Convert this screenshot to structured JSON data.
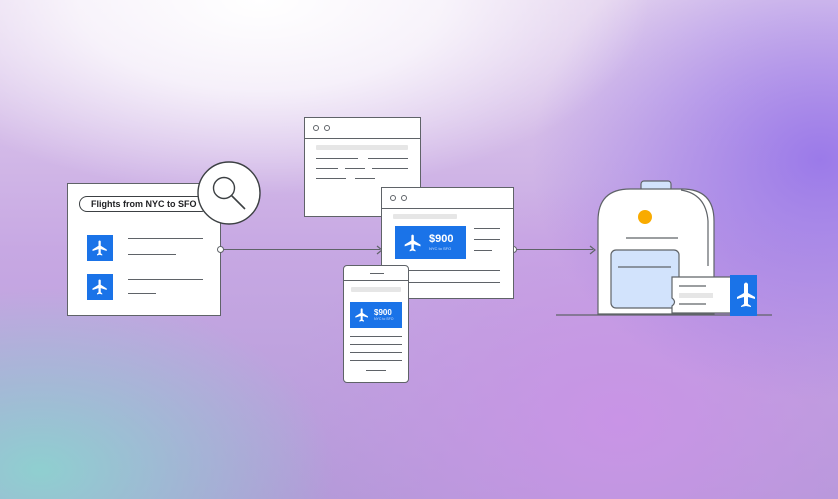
{
  "search": {
    "query": "Flights from NYC to SFO"
  },
  "desktop_ad": {
    "price": "$900",
    "route": "NYC to SFO"
  },
  "mobile_ad": {
    "price": "$900",
    "route": "NYC to SFO"
  },
  "icons": [
    "magnifier-icon",
    "airplane-icon",
    "backpack-icon",
    "boarding-pass-icon"
  ],
  "colors": {
    "accent": "#1a73e8",
    "outline": "#5f6368",
    "pocket": "#d2e3fc",
    "tag": "#f9ab00"
  }
}
